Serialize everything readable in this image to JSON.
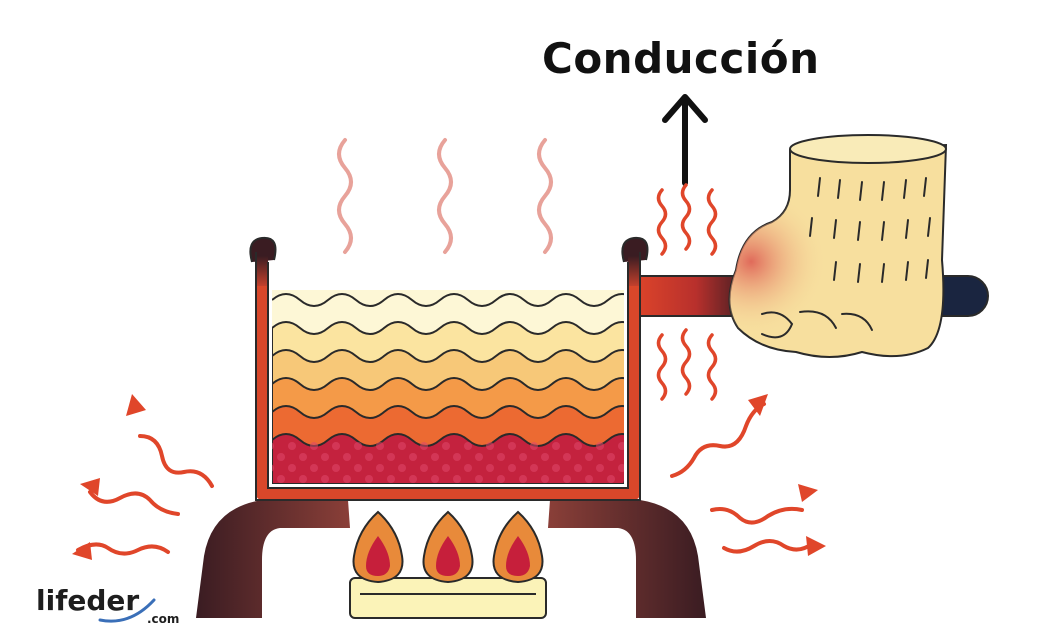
{
  "title": "Conducción",
  "logo": {
    "name": "lifeder",
    "tld": ".com"
  },
  "colors": {
    "outline": "#2a2a2a",
    "pot_rim": "#d8472a",
    "pot_handle_left": "#4a1f22",
    "stove_arm_dark": "#3a1c22",
    "stove_arm_light": "#7a3a35",
    "glove": "#f7df9e",
    "glove_stitch": "#2a2a2a",
    "heat_wave": "#e0462a",
    "steam": "#e8a29a",
    "flame_outer": "#e88a3a",
    "flame_inner": "#c61f3b",
    "burner": "#fbf3b8",
    "liquid_layers": [
      "#fdf7d6",
      "#fbe4a0",
      "#f7b760",
      "#f0823a",
      "#e84a2c",
      "#c4223e"
    ],
    "rod_hot": "#e0462a",
    "rod_cool": "#1a2540"
  },
  "icons": [
    "up-arrow-icon",
    "steam-wave-icon",
    "heat-wave-icon",
    "flame-icon",
    "glove-icon",
    "pot-icon"
  ]
}
